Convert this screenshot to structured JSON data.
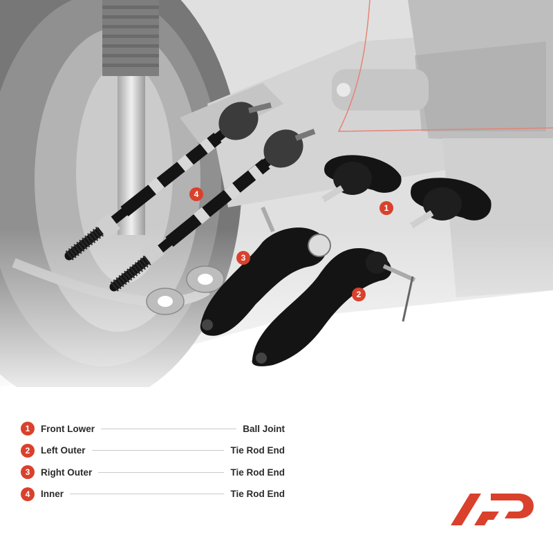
{
  "colors": {
    "accent": "#d9412c",
    "text": "#2a2a2a",
    "part_black": "#141414"
  },
  "callouts": [
    {
      "number": "1"
    },
    {
      "number": "2"
    },
    {
      "number": "3"
    },
    {
      "number": "4"
    }
  ],
  "legend": [
    {
      "number": "1",
      "name": "Front Lower",
      "part": "Ball Joint"
    },
    {
      "number": "2",
      "name": "Left Outer",
      "part": "Tie Rod End"
    },
    {
      "number": "3",
      "name": "Right Outer",
      "part": "Tie Rod End"
    },
    {
      "number": "4",
      "name": "Inner",
      "part": "Tie Rod End"
    }
  ],
  "logo": {
    "name": "AP brand logo"
  }
}
